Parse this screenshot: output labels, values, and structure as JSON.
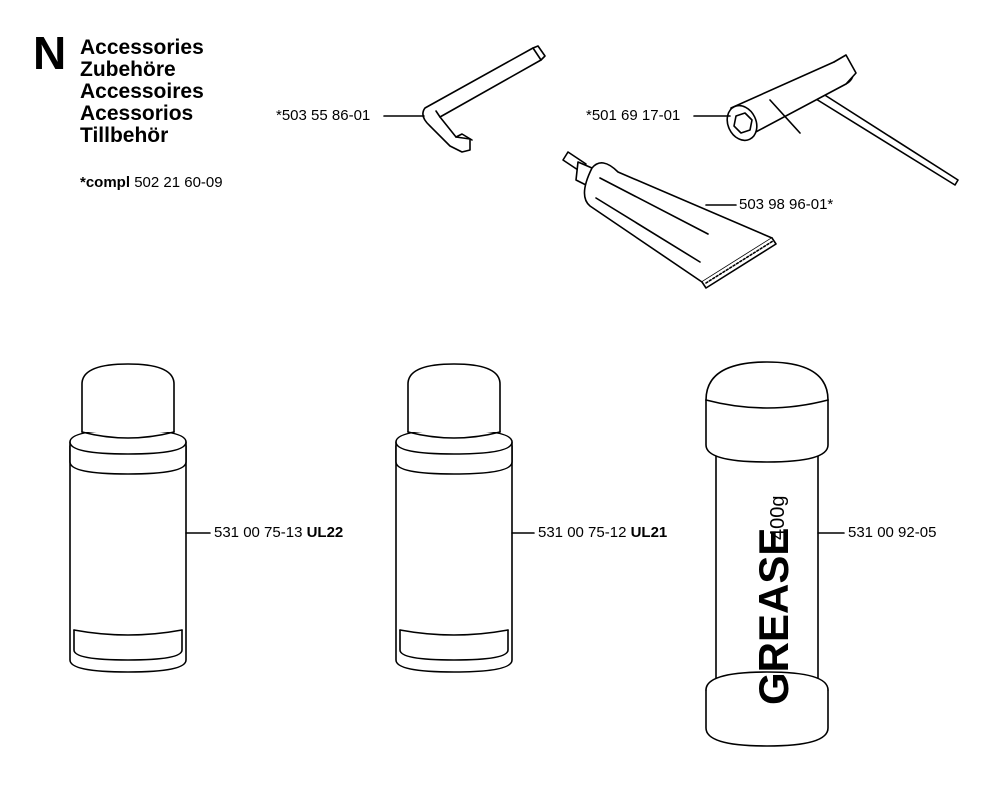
{
  "section": {
    "letter": "N",
    "titles": [
      "Accessories",
      "Zubehöre",
      "Accessoires",
      "Acessorios",
      "Tillbehör"
    ]
  },
  "kit": {
    "prefix": "*compl",
    "number": "502 21 60-09"
  },
  "parts": [
    {
      "name": "hex-key",
      "number": "*503 55 86-01",
      "tag": ""
    },
    {
      "name": "combination-spanner",
      "number": "*501 69 17-01",
      "tag": ""
    },
    {
      "name": "grease-tube",
      "number": "503 98 96-01*",
      "tag": ""
    },
    {
      "name": "spray-can-ul22",
      "number": "531 00 75-13",
      "tag": "UL22"
    },
    {
      "name": "spray-can-ul21",
      "number": "531 00 75-12",
      "tag": "UL21"
    },
    {
      "name": "grease-cartridge",
      "number": "531 00 92-05",
      "tag": ""
    }
  ],
  "cartridge": {
    "word": "GREASE",
    "weight": "400g"
  }
}
